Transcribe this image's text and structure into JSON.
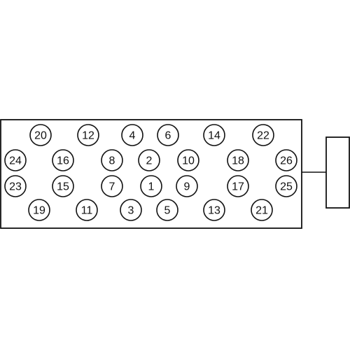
{
  "diagram": {
    "line_color": "#111111",
    "fill_color": "#ffffff",
    "bolt_rows": [
      [
        "20",
        "12",
        "4",
        "6",
        "14",
        "22"
      ],
      [
        "24",
        "16",
        "8",
        "2",
        "10",
        "18",
        "26"
      ],
      [
        "23",
        "15",
        "7",
        "1",
        "9",
        "17",
        "25"
      ],
      [
        "19",
        "11",
        "3",
        "5",
        "13",
        "21"
      ]
    ]
  }
}
